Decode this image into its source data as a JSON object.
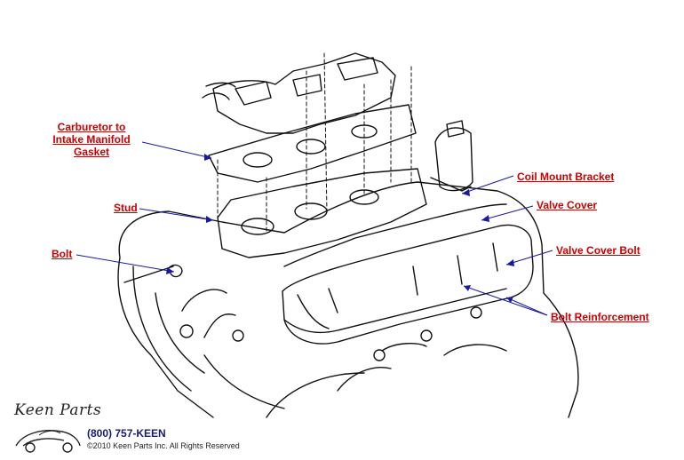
{
  "callouts": {
    "carburetor_gasket": [
      "Carburetor to",
      "Intake Manifold",
      "Gasket"
    ],
    "stud": "Stud",
    "bolt": "Bolt",
    "coil_mount_bracket": "Coil Mount Bracket",
    "valve_cover": "Valve Cover",
    "valve_cover_bolt": "Valve Cover Bolt",
    "bolt_reinforcement": "Bolt Reinforcement"
  },
  "footer": {
    "logo_text": "Keen Parts",
    "phone": "(800) 757-KEEN",
    "copyright": "©2010 Keen Parts Inc. All Rights Reserved"
  },
  "colors": {
    "callout_text": "#cc0000",
    "leader_line": "#1a1aa0",
    "drawing": "#111111"
  }
}
